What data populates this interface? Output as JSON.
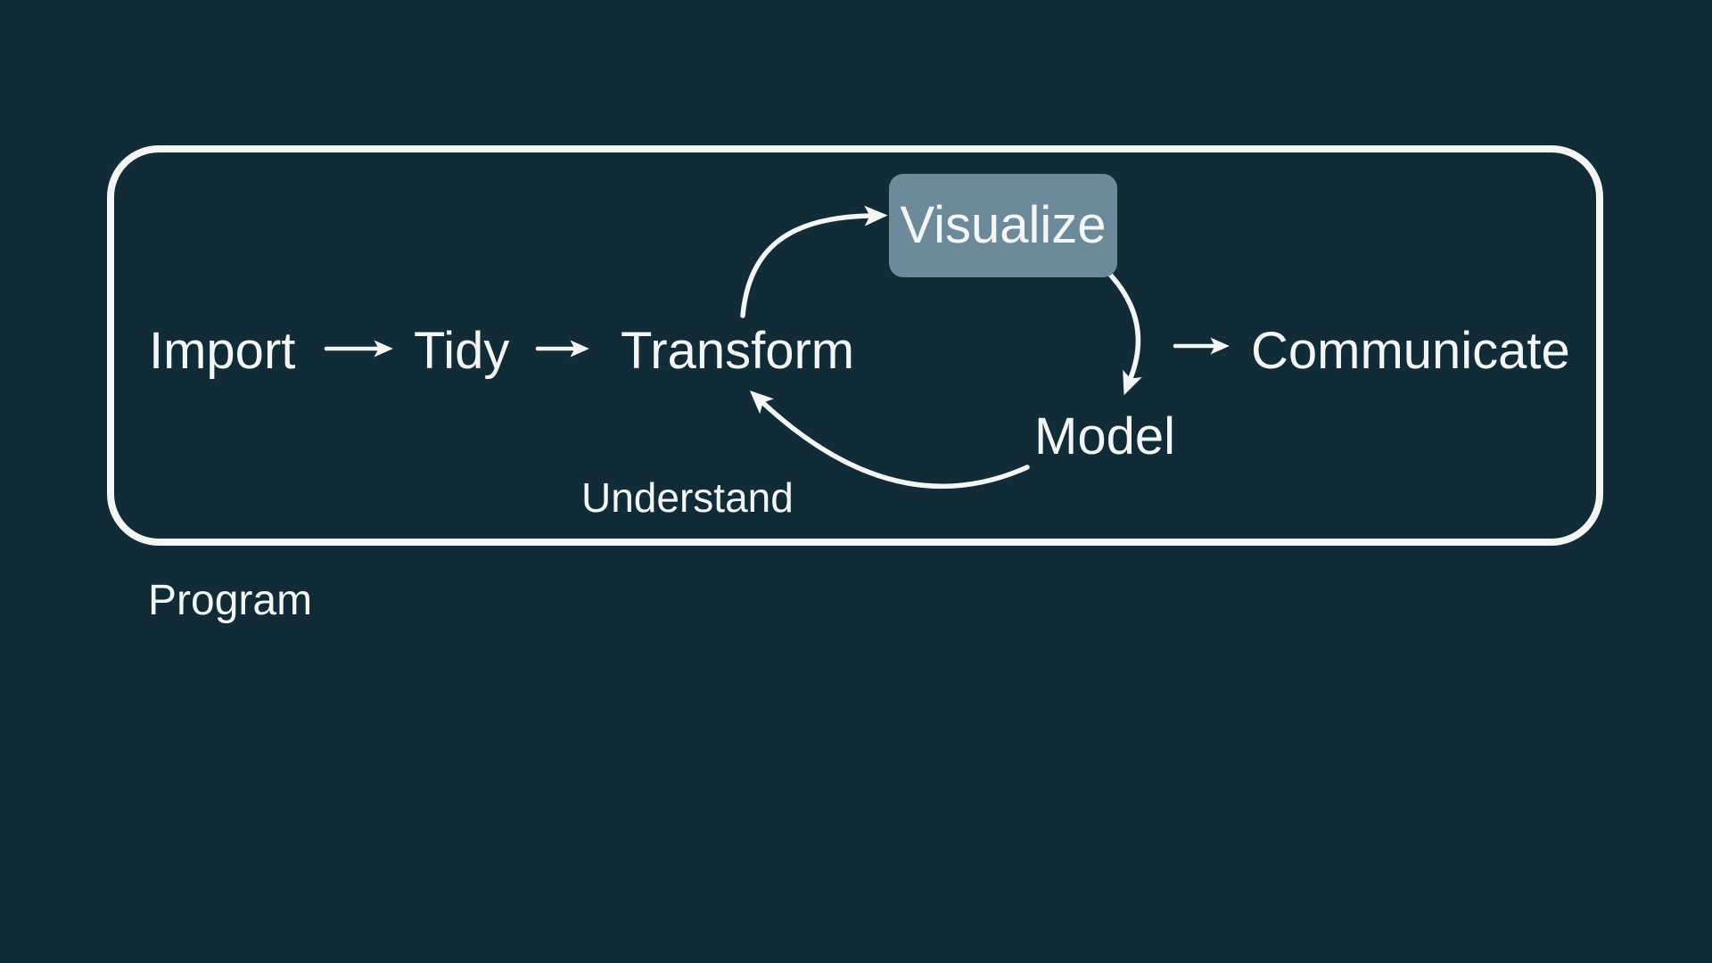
{
  "colors": {
    "background": "#112c36",
    "highlight_box": "#6d8a9b",
    "text": "#f4f6f6",
    "line": "#f4f6f6"
  },
  "nodes": {
    "import": "Import",
    "tidy": "Tidy",
    "transform": "Transform",
    "visualize": "Visualize",
    "model": "Model",
    "communicate": "Communicate"
  },
  "annotations": {
    "understand": "Understand",
    "program": "Program"
  },
  "edges": [
    {
      "from": "import",
      "to": "tidy",
      "style": "straight"
    },
    {
      "from": "tidy",
      "to": "transform",
      "style": "straight"
    },
    {
      "from": "transform",
      "to": "visualize",
      "style": "curved"
    },
    {
      "from": "visualize",
      "to": "model",
      "style": "curved"
    },
    {
      "from": "model",
      "to": "transform",
      "style": "curved"
    },
    {
      "from": "cycle",
      "to": "communicate",
      "style": "straight"
    }
  ],
  "groups": {
    "understand_cycle": [
      "transform",
      "visualize",
      "model"
    ],
    "program_box": [
      "import",
      "tidy",
      "transform",
      "visualize",
      "model",
      "communicate"
    ]
  }
}
